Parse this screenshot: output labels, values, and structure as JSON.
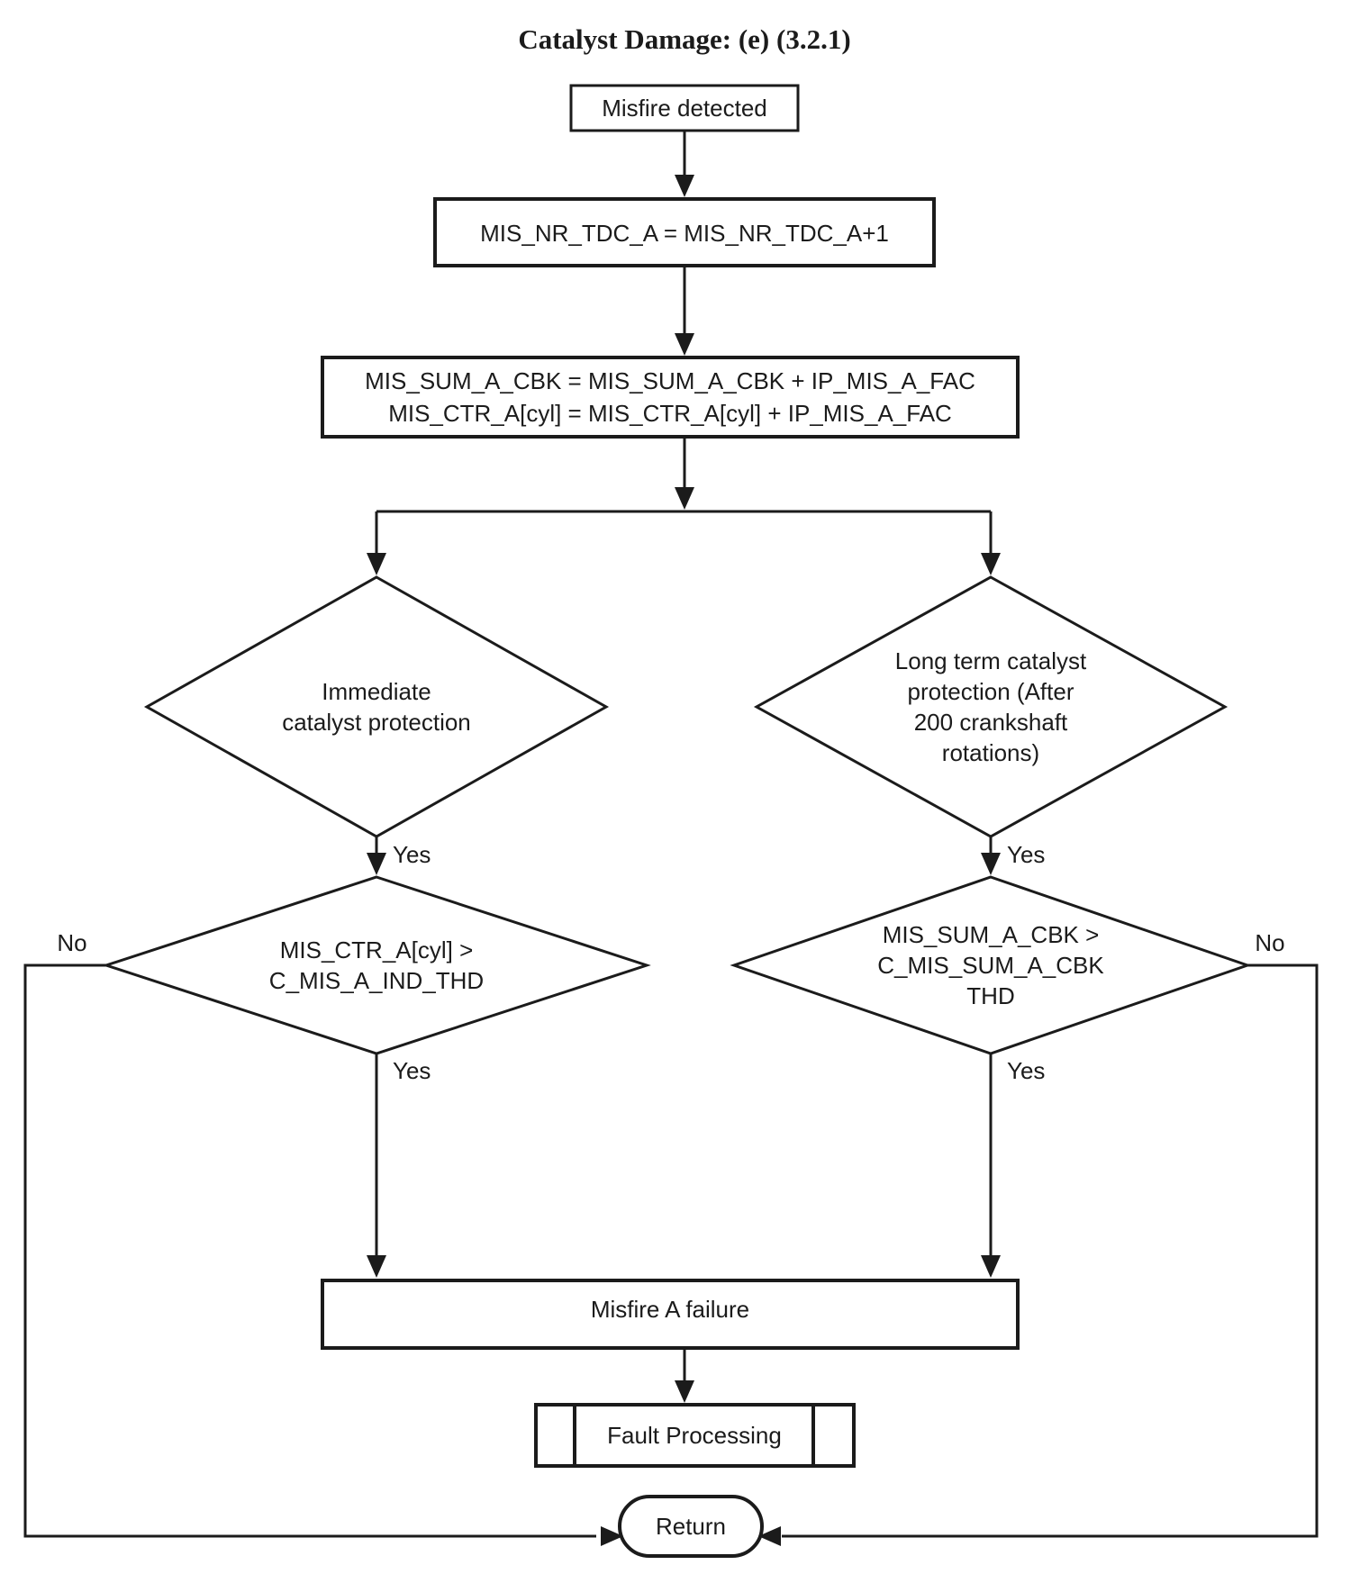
{
  "title": "Catalyst Damage: (e) (3.2.1)",
  "nodes": {
    "start": {
      "label": "Misfire detected"
    },
    "increment": {
      "label": "MIS_NR_TDC_A = MIS_NR_TDC_A+1"
    },
    "accumulate": {
      "line1": "MIS_SUM_A_CBK = MIS_SUM_A_CBK + IP_MIS_A_FAC",
      "line2": "MIS_CTR_A[cyl] = MIS_CTR_A[cyl] + IP_MIS_A_FAC"
    },
    "immediate_protection": {
      "line1": "Immediate",
      "line2": "catalyst protection"
    },
    "long_term_protection": {
      "line1": "Long term catalyst",
      "line2": "protection (After",
      "line3": "200 crankshaft",
      "line4": "rotations)"
    },
    "ctr_threshold": {
      "line1": "MIS_CTR_A[cyl] >",
      "line2": "C_MIS_A_IND_THD"
    },
    "sum_threshold": {
      "line1": "MIS_SUM_A_CBK >",
      "line2": "C_MIS_SUM_A_CBK",
      "line3": "THD"
    },
    "failure": {
      "label": "Misfire A failure"
    },
    "fault_processing": {
      "label": "Fault Processing"
    },
    "return_node": {
      "label": "Return"
    }
  },
  "labels": {
    "yes_immediate": "Yes",
    "yes_long_term": "Yes",
    "yes_ctr": "Yes",
    "yes_sum": "Yes",
    "no_ctr": "No",
    "no_sum": "No"
  },
  "colors": {
    "ink": "#1b1b1b",
    "background": "#ffffff"
  }
}
